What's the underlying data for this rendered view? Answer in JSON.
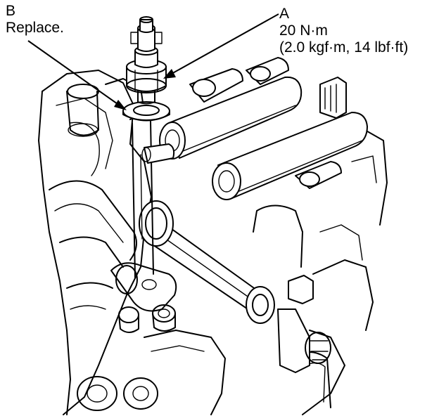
{
  "callouts": {
    "b": {
      "letter": "B",
      "note": "Replace."
    },
    "a": {
      "letter": "A",
      "torque_nm": "20 N·m",
      "torque_alt": "(2.0 kgf·m, 14 lbf·ft)"
    }
  },
  "colors": {
    "ink": "#000000",
    "paper": "#ffffff"
  }
}
